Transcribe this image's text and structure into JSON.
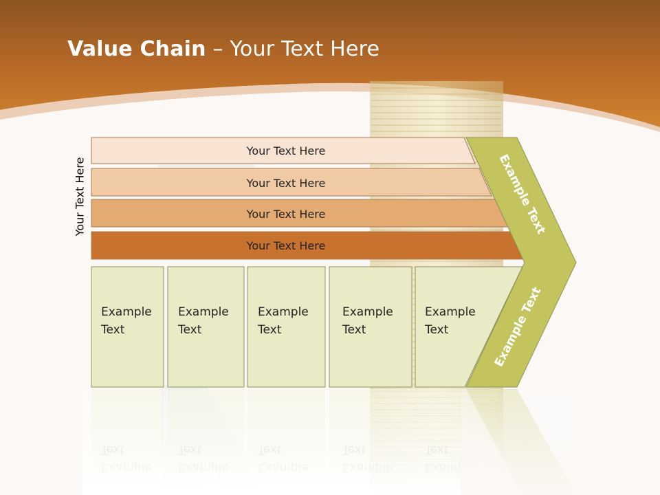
{
  "slide": {
    "title_bold": "Value Chain",
    "title_rest": " – Your Text Here",
    "side_label": "Your Text Here"
  },
  "bars": [
    {
      "label": "Your Text Here",
      "color": "#f9e4d4"
    },
    {
      "label": "Your Text Here",
      "color": "#f0c9a5"
    },
    {
      "label": "Your Text Here",
      "color": "#e3aa72"
    },
    {
      "label": "Your Text Here",
      "color": "#c7722f"
    }
  ],
  "columns": [
    {
      "line1": "Example",
      "line2": "Text"
    },
    {
      "line1": "Example",
      "line2": "Text"
    },
    {
      "line1": "Example",
      "line2": "Text"
    },
    {
      "line1": "Example",
      "line2": "Text"
    },
    {
      "line1": "Example",
      "line2": "Text"
    }
  ],
  "chevron": {
    "upper_label": "Example Text",
    "lower_label": "Example Text",
    "color": "#c3c45e"
  },
  "colors": {
    "header": "#c5762e",
    "column_fill": "#e9ebc6",
    "column_border": "#8d9156"
  }
}
